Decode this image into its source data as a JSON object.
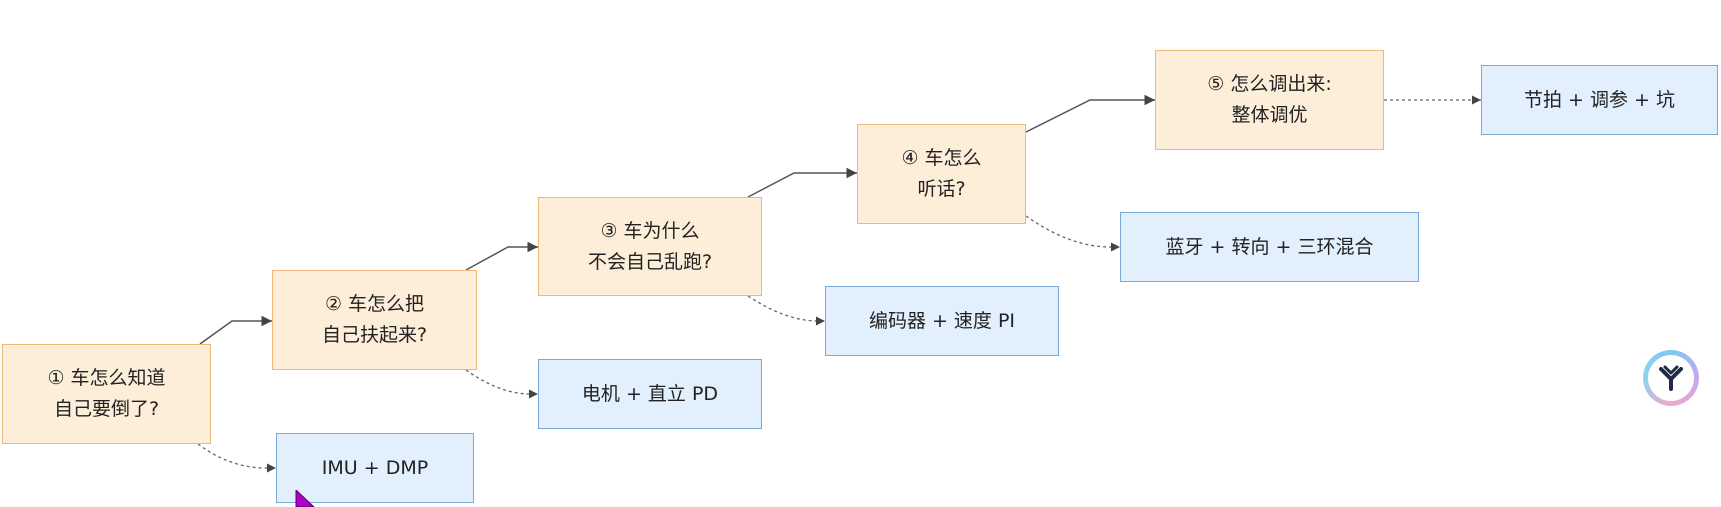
{
  "questions": [
    {
      "line1": "① 车怎么知道",
      "line2": "自己要倒了?"
    },
    {
      "line1": "② 车怎么把",
      "line2": "自己扶起来?"
    },
    {
      "line1": "③ 车为什么",
      "line2": "不会自己乱跑?"
    },
    {
      "line1": "④ 车怎么",
      "line2": "听话?"
    },
    {
      "line1": "⑤ 怎么调出来:",
      "line2": "整体调优"
    }
  ],
  "answers": [
    "IMU + DMP",
    "电机 + 直立 PD",
    "编码器 + 速度 PI",
    "蓝牙 + 转向 + 三环混合",
    "节拍 + 调参 + 坑"
  ],
  "colors": {
    "question_fill": "#fdeed9",
    "question_border": "#f0b877",
    "answer_fill": "#e2effd",
    "answer_border": "#7aa9d6",
    "solid_link": "#555555",
    "dashed_link": "#666666"
  },
  "icons": {
    "logo": "brand-logo-icon",
    "cursor": "mouse-pointer-icon"
  }
}
